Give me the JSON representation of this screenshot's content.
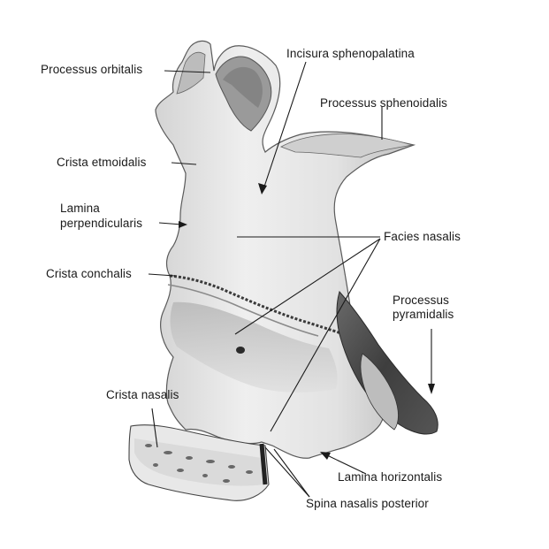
{
  "figure": {
    "labels": {
      "processus_orbitalis": "Processus orbitalis",
      "incisura_sphenopalatina": "Incisura sphenopalatina",
      "processus_sphenoidalis": "Processus sphenoidalis",
      "crista_etmoidalis": "Crista etmoidalis",
      "lamina_perpendicularis_1": "Lamina",
      "lamina_perpendicularis_2": "perpendicularis",
      "facies_nasalis": "Facies nasalis",
      "crista_conchalis": "Crista conchalis",
      "processus_pyramidalis_1": "Processus",
      "processus_pyramidalis_2": "pyramidalis",
      "crista_nasalis": "Crista nasalis",
      "lamina_horizontalis": "Lamina horizontalis",
      "spina_nasalis_posterior": "Spina nasalis posterior"
    },
    "colors": {
      "ink": "#1a1a1a",
      "bone_light": "#e9e9e9",
      "bone_mid": "#c8c8c8",
      "bone_dark": "#8a8a8a",
      "bone_shadow": "#4a4a4a"
    }
  }
}
